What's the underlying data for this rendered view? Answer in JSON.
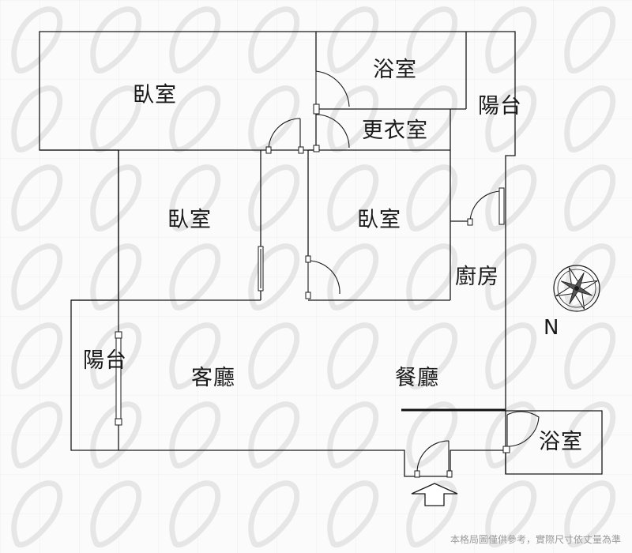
{
  "rooms": {
    "bedroom_top": "臥室",
    "bath_top": "浴室",
    "closet": "更衣室",
    "balcony_right": "陽台",
    "bedroom_mid_left": "臥室",
    "bedroom_mid_right": "臥室",
    "kitchen": "廚房",
    "balcony_left": "陽台",
    "living_room": "客廳",
    "dining_room": "餐廳",
    "bath_bottom": "浴室"
  },
  "compass": {
    "label": "N"
  },
  "disclaimer": "本格局圖僅供參考，實際尺寸依丈量為準"
}
